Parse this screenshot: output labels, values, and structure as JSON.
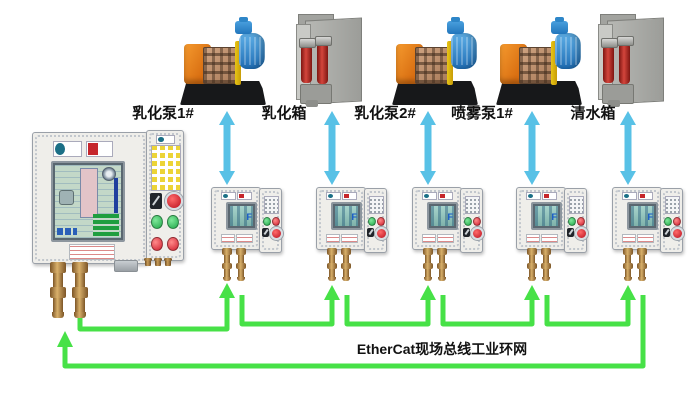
{
  "diagram": {
    "equipment": [
      {
        "name": "emulsion-pump-1",
        "type": "pump",
        "label": "乳化泵1#"
      },
      {
        "name": "emulsion-tank",
        "type": "tank",
        "label": "乳化箱"
      },
      {
        "name": "emulsion-pump-2",
        "type": "pump",
        "label": "乳化泵2#"
      },
      {
        "name": "spray-pump-1",
        "type": "pump",
        "label": "喷雾泵1#"
      },
      {
        "name": "clean-water-tank",
        "type": "tank",
        "label": "清水箱"
      }
    ],
    "network": {
      "label": "EtherCat现场总线工业环网",
      "topology": "ring"
    },
    "screens": {
      "small_screen_glyph": "F"
    },
    "icons": [
      "up-down-arrow-icon",
      "up-arrow-icon"
    ],
    "colors": {
      "bus_green": "#47e147",
      "link_blue": "#58c1e6"
    }
  }
}
